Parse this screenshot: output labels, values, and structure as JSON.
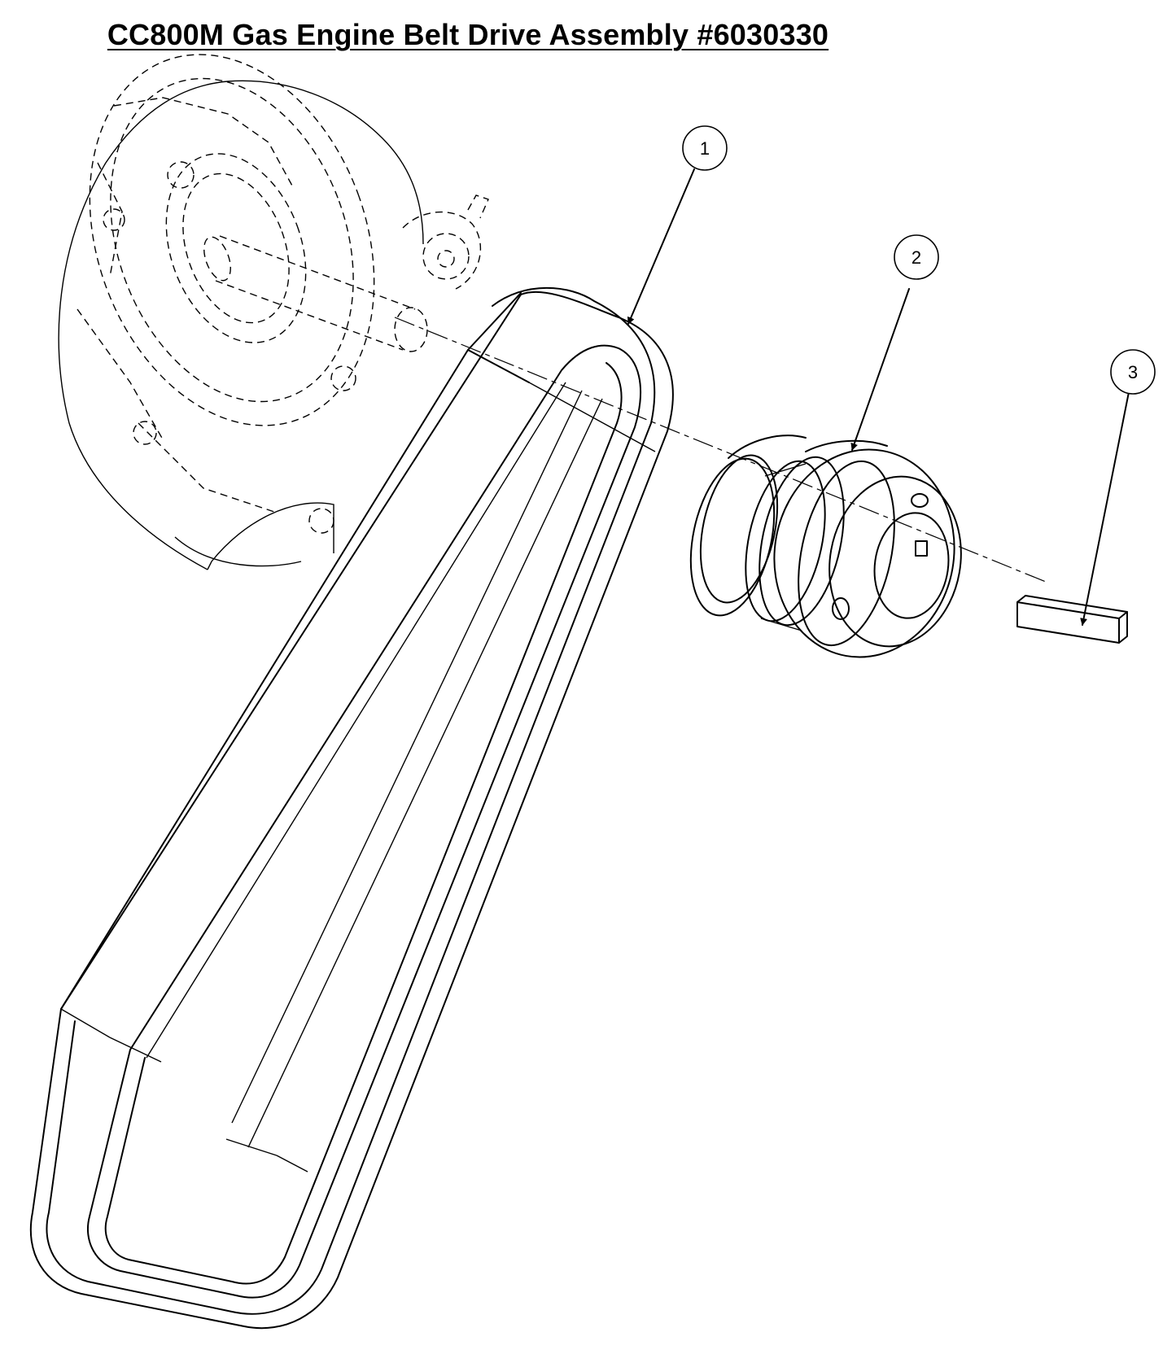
{
  "title": "CC800M Gas Engine Belt Drive Assembly #6030330",
  "callouts": [
    {
      "label": "1",
      "part": "belt"
    },
    {
      "label": "2",
      "part": "pulley"
    },
    {
      "label": "3",
      "part": "key"
    }
  ]
}
